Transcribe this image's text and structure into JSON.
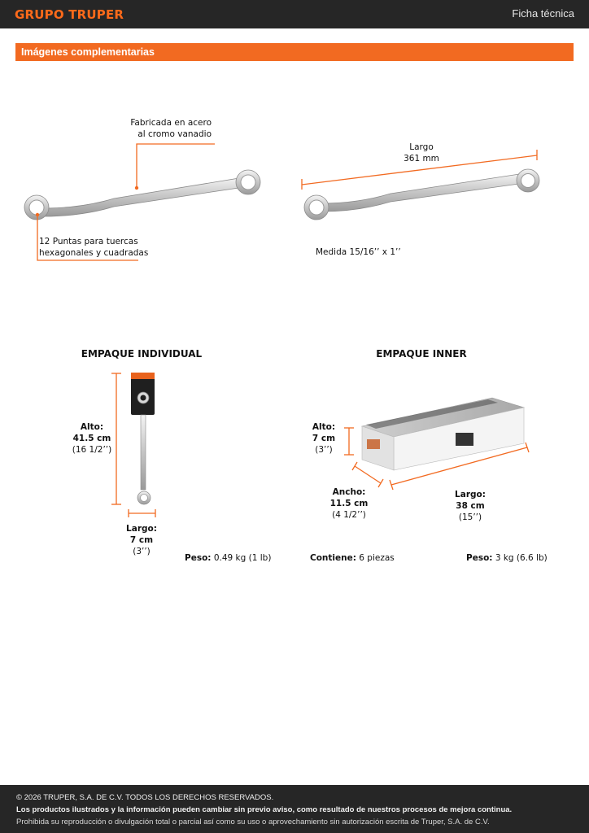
{
  "header": {
    "brand": "GRUPO TRUPER",
    "doc_title": "Ficha técnica"
  },
  "section": {
    "title": "Imágenes complementarias"
  },
  "product": {
    "callout_material_1": "Fabricada en acero",
    "callout_material_2": "al cromo vanadio",
    "callout_points_1": "12 Puntas para tuercas",
    "callout_points_2": "hexagonales y cuadradas",
    "largo_label": "Largo",
    "largo_value": "361 mm",
    "medida": "Medida 15/16’’ x 1’’"
  },
  "individual": {
    "heading": "EMPAQUE INDIVIDUAL",
    "alto_label": "Alto:",
    "alto_value": "41.5 cm",
    "alto_imperial": "(16 1/2’’)",
    "largo_label": "Largo:",
    "largo_value": "7 cm",
    "largo_imperial": "(3’’)",
    "peso_label": "Peso:",
    "peso_value": " 0.49 kg (1 lb)"
  },
  "inner": {
    "heading": "EMPAQUE INNER",
    "alto_label": "Alto:",
    "alto_value": "7 cm",
    "alto_imperial": "(3’’)",
    "ancho_label": "Ancho:",
    "ancho_value": "11.5 cm",
    "ancho_imperial": "(4 1/2’’)",
    "largo_label": "Largo:",
    "largo_value": "38 cm",
    "largo_imperial": "(15’’)",
    "contiene_label": "Contiene:",
    "contiene_value": " 6 piezas",
    "peso_label": "Peso:",
    "peso_value": " 3 kg (6.6 lb)"
  },
  "footer": {
    "line1": "© 2026 TRUPER, S.A. DE C.V. TODOS LOS DERECHOS RESERVADOS.",
    "line2": "Los productos ilustrados y la información pueden cambiar sin previo aviso, como resultado de nuestros procesos de mejora continua.",
    "line3": "Prohibida su reproducción o divulgación total o parcial así como su uso o aprovechamiento sin autorización escrita de Truper, S.A. de C.V."
  },
  "colors": {
    "accent": "#f26a21",
    "bar": "#262626"
  }
}
